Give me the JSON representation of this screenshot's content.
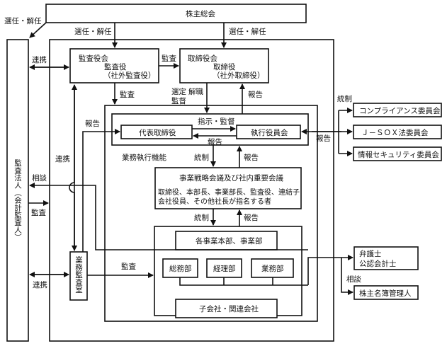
{
  "title": "コーポレート・ガバナンス体制図",
  "nodes": {
    "shareholders": "株主総会",
    "audit_board": {
      "title": "監査役会",
      "line1": "監査役",
      "line2": "（社外監査役）"
    },
    "board": {
      "title": "取締役会",
      "line1": "取締役",
      "line2": "（社外取締役）"
    },
    "ceo": "代表取締役",
    "exec_committee": "執行役員会",
    "exec_function": "業務執行機能",
    "strategy_meeting": {
      "title": "事業戦略会議及び社内重要会議",
      "line1": "取締役、本部長、事業部長、監査役、連結子",
      "line2": "会社役員、その他社長が指名する者"
    },
    "divisions": "各事業本部、事業部",
    "general_affairs": "総務部",
    "accounting": "経理部",
    "operations": "業務部",
    "subsidiaries": "子会社・関連会社",
    "internal_audit": "業務監査室",
    "audit_firm": "監査法人（会計監査人）",
    "compliance": "コンプライアンス委員会",
    "jsox": "Ｊ－ＳＯＸ法委員会",
    "infosec": "情報セキュリティ委員会",
    "lawyers_line1": "弁護士",
    "lawyers_line2": "公認会計士",
    "registrar": "株主名簿管理人"
  },
  "labels": {
    "appoint_dismiss_left": "選任・解任",
    "appoint_dismiss_audit": "選任・解任",
    "appoint_dismiss_board": "選任・解任",
    "coop_top": "連携",
    "audit_arrow": "監査",
    "audit_down": "監査",
    "select": "選定",
    "dismiss": "解職",
    "supervise": "監督",
    "report_board": "報告",
    "report_ceo": "報告",
    "instruct_supervise": "指示・監督",
    "report_exec": "報告",
    "control_1": "統制",
    "report_1": "報告",
    "control_2": "統制",
    "report_2": "報告",
    "coop_mid": "連携",
    "consult_left": "相談",
    "audit_left": "監査",
    "coop_bottom": "連携",
    "audit_divisions": "監査",
    "control_committees": "統制",
    "report_committees": "報告",
    "consult_right": "相談"
  }
}
